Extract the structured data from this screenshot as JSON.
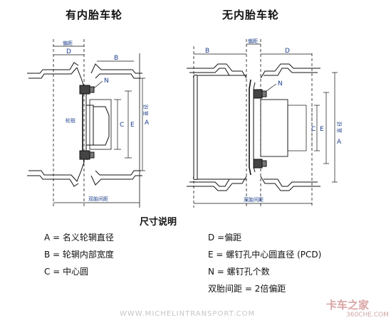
{
  "titles": {
    "left": "有内胎车轮",
    "right": "无内胎车轮"
  },
  "left_diagram": {
    "dims": {
      "offset": "偏距",
      "d": "D",
      "b": "B",
      "n": "N",
      "hub_label": "轮毂",
      "c": "C",
      "e": "E",
      "a": "A",
      "diameter": "直 径",
      "dual_spacing": "双胎间距"
    }
  },
  "right_diagram": {
    "dims": {
      "offset": "偏距",
      "b": "B",
      "d": "D",
      "n": "N",
      "c": "C",
      "e": "E",
      "a": "A",
      "diameter": "直 径",
      "dual_spacing": "双胎间距"
    }
  },
  "legend": {
    "title": "尺寸说明",
    "left_items": [
      "A = 名义轮辋直径",
      "B = 轮辋内部宽度",
      "C = 中心圆"
    ],
    "right_items": [
      "D =偏距",
      "E = 螺钉孔中心圆直径 (PCD)",
      "N = 螺钉孔个数",
      "双胎间距 = 2倍偏距"
    ]
  },
  "watermark": {
    "url": "WWW.MICHELINTRANSPORT.COM",
    "brand": "卡车之家",
    "domain": "360CHE.COM"
  },
  "colors": {
    "line": "#111111",
    "dimension_text": "#1a3d8a",
    "watermark_brand": "#d9a4a4"
  }
}
